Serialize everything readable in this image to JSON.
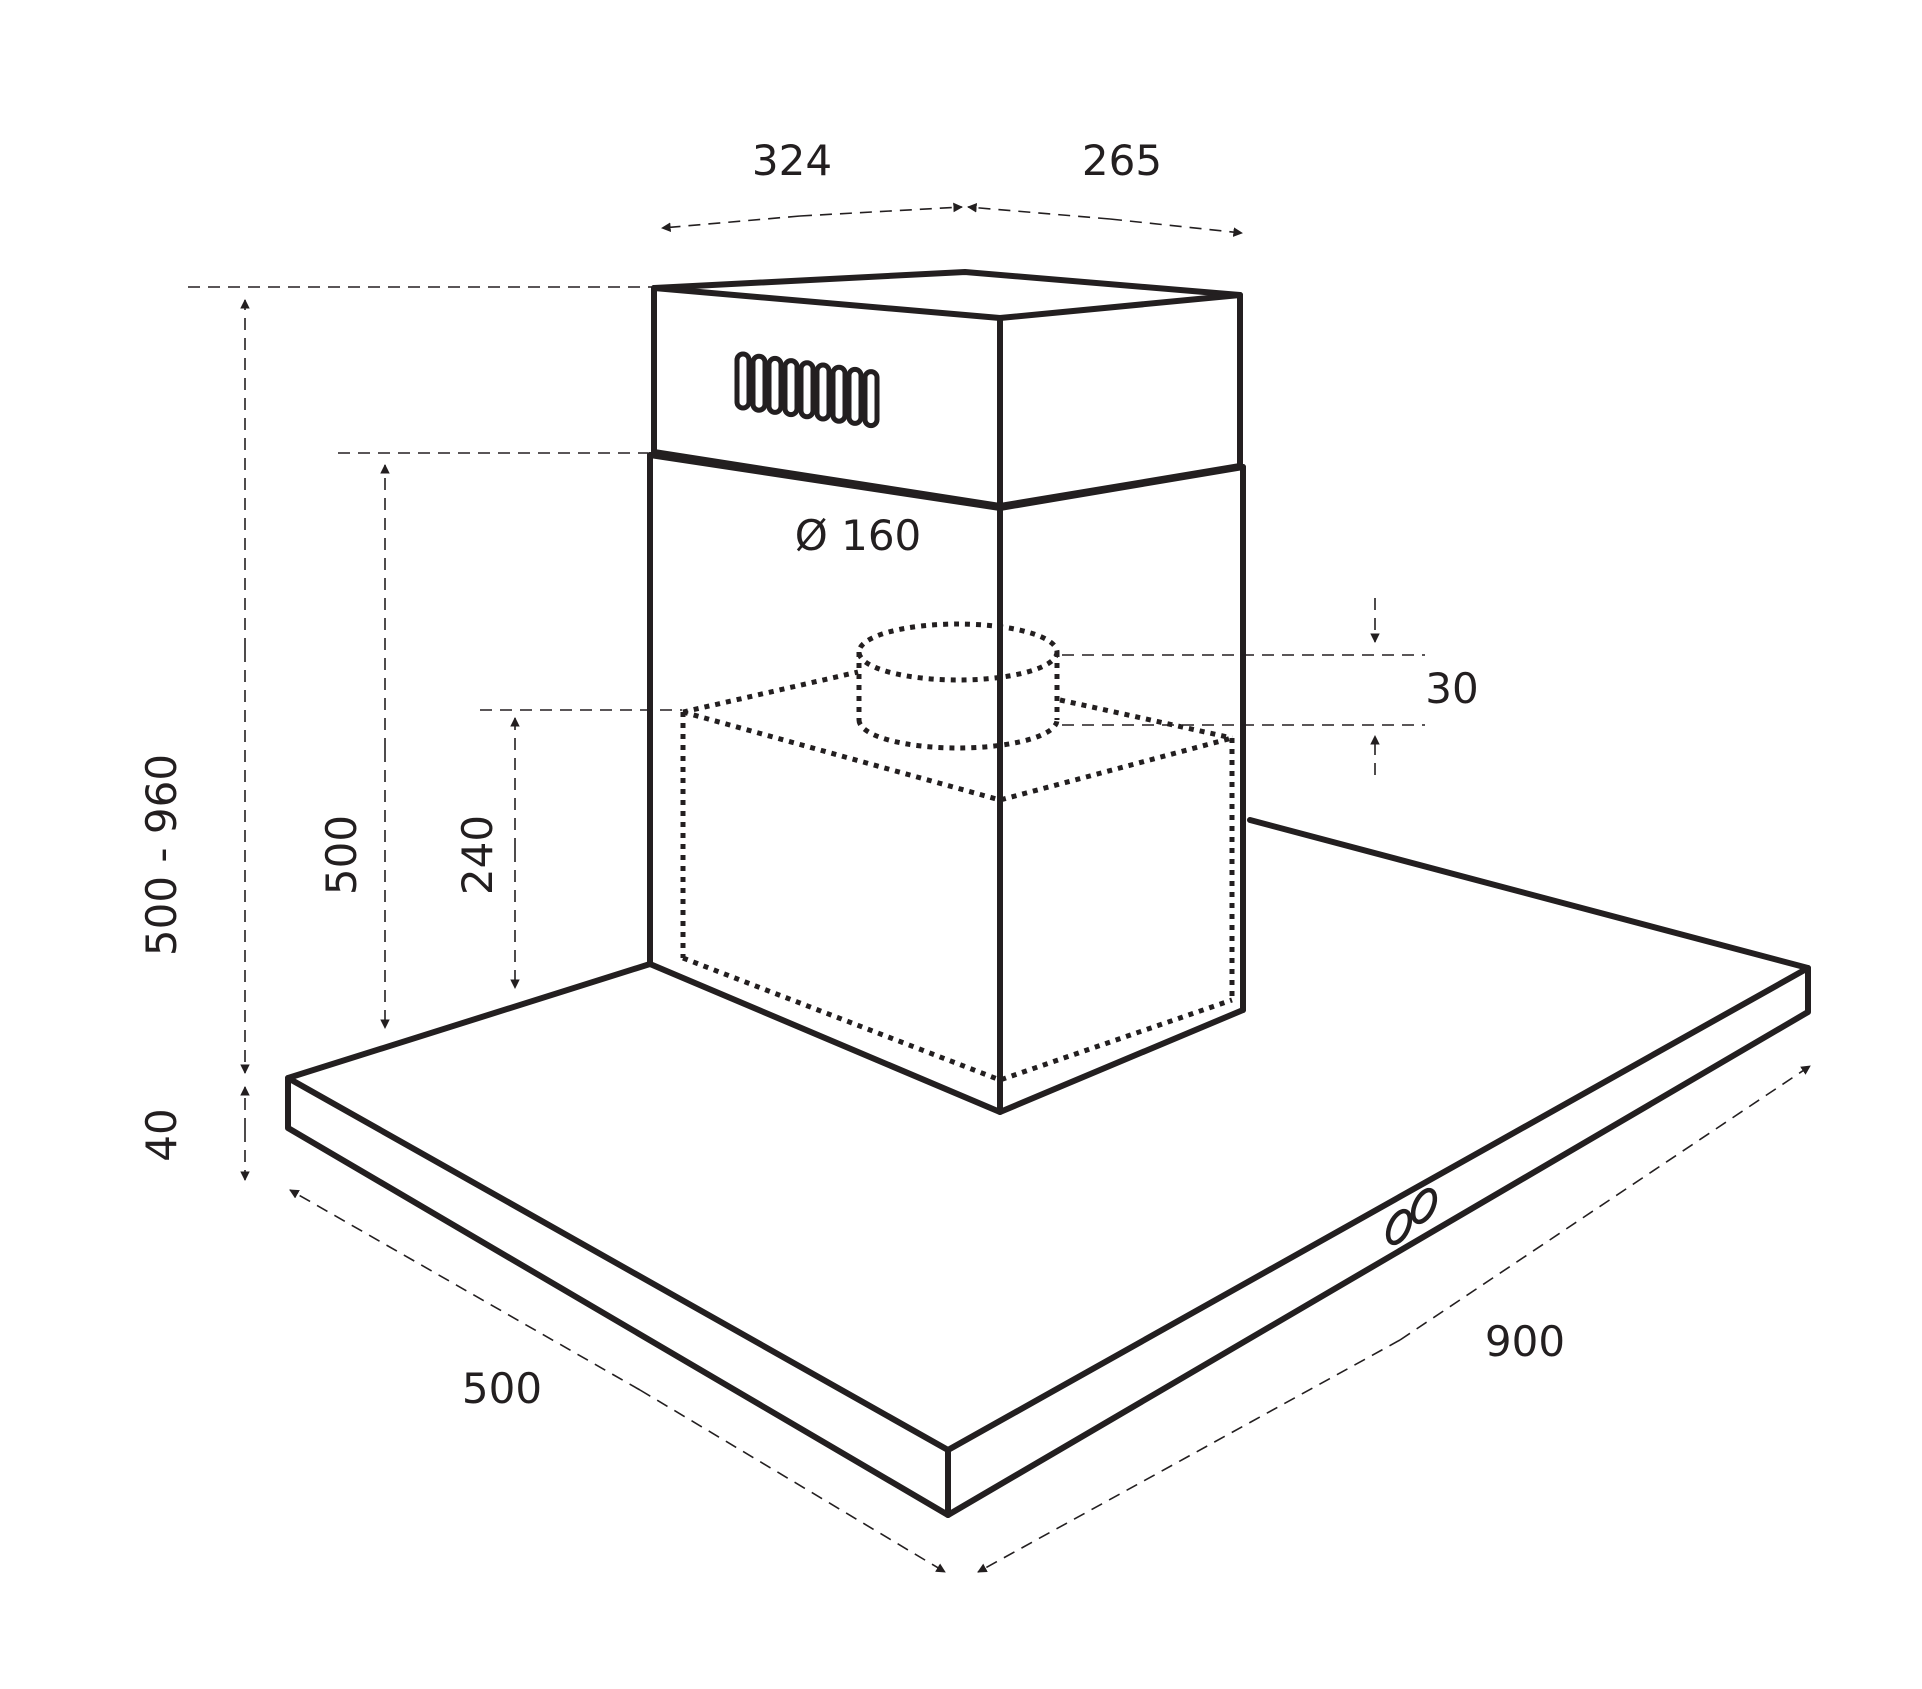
{
  "dimensions": {
    "chimney_front_width": "324",
    "chimney_side_depth": "265",
    "duct_diameter": "Ø 160",
    "collar_height": "30",
    "height_range": "500 - 960",
    "chimney_height": "500",
    "motor_height": "240",
    "canopy_thickness": "40",
    "canopy_depth": "500",
    "canopy_width": "900"
  },
  "colors": {
    "line": "#231f20",
    "background": "#ffffff"
  },
  "icons": [
    "vent-slots-icon",
    "control-knobs-icon"
  ]
}
